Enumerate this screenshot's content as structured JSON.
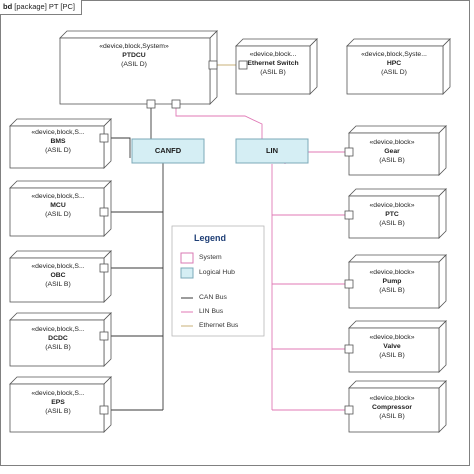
{
  "frame": {
    "keyword": "bd",
    "title": "[package] PT [PC]"
  },
  "colors": {
    "system_border": "#d879b3",
    "hub_fill": "#d5eef4",
    "hub_border": "#7ca9b8",
    "can_line": "#3a3a3a",
    "lin_line": "#e07ab6",
    "ethernet_line": "#c8b27a"
  },
  "nodes": {
    "ptdcu": {
      "stereotype": "«device,block,System»",
      "name": "PTDCU",
      "asil": "(ASIL D)"
    },
    "ethernet_switch": {
      "stereotype": "«device,block...",
      "name": "Ethernet Switch",
      "asil": "(ASIL B)"
    },
    "hpc": {
      "stereotype": "«device,block,Syste...",
      "name": "HPC",
      "asil": "(ASIL D)"
    },
    "bms": {
      "stereotype": "«device,block,S...",
      "name": "BMS",
      "asil": "(ASIL D)"
    },
    "mcu": {
      "stereotype": "«device,block,S...",
      "name": "MCU",
      "asil": "(ASIL D)"
    },
    "obc": {
      "stereotype": "«device,block,S...",
      "name": "OBC",
      "asil": "(ASIL B)"
    },
    "dcdc": {
      "stereotype": "«device,block,S...",
      "name": "DCDC",
      "asil": "(ASIL B)"
    },
    "eps": {
      "stereotype": "«device,block,S...",
      "name": "EPS",
      "asil": "(ASIL B)"
    },
    "gear": {
      "stereotype": "«device,block»",
      "name": "Gear",
      "asil": "(ASIL B)"
    },
    "ptc": {
      "stereotype": "«device,block»",
      "name": "PTC",
      "asil": "(ASIL B)"
    },
    "pump": {
      "stereotype": "«device,block»",
      "name": "Pump",
      "asil": "(ASIL B)"
    },
    "valve": {
      "stereotype": "«device,block»",
      "name": "Valve",
      "asil": "(ASIL B)"
    },
    "compressor": {
      "stereotype": "«device,block»",
      "name": "Compressor",
      "asil": "(ASIL B)"
    }
  },
  "hubs": {
    "canfd": "CANFD",
    "lin": "LIN"
  },
  "legend": {
    "title": "Legend",
    "system": "System",
    "logical_hub": "Logical Hub",
    "can_bus": "CAN Bus",
    "lin_bus": "LIN Bus",
    "ethernet_bus": "Ethernet Bus"
  }
}
